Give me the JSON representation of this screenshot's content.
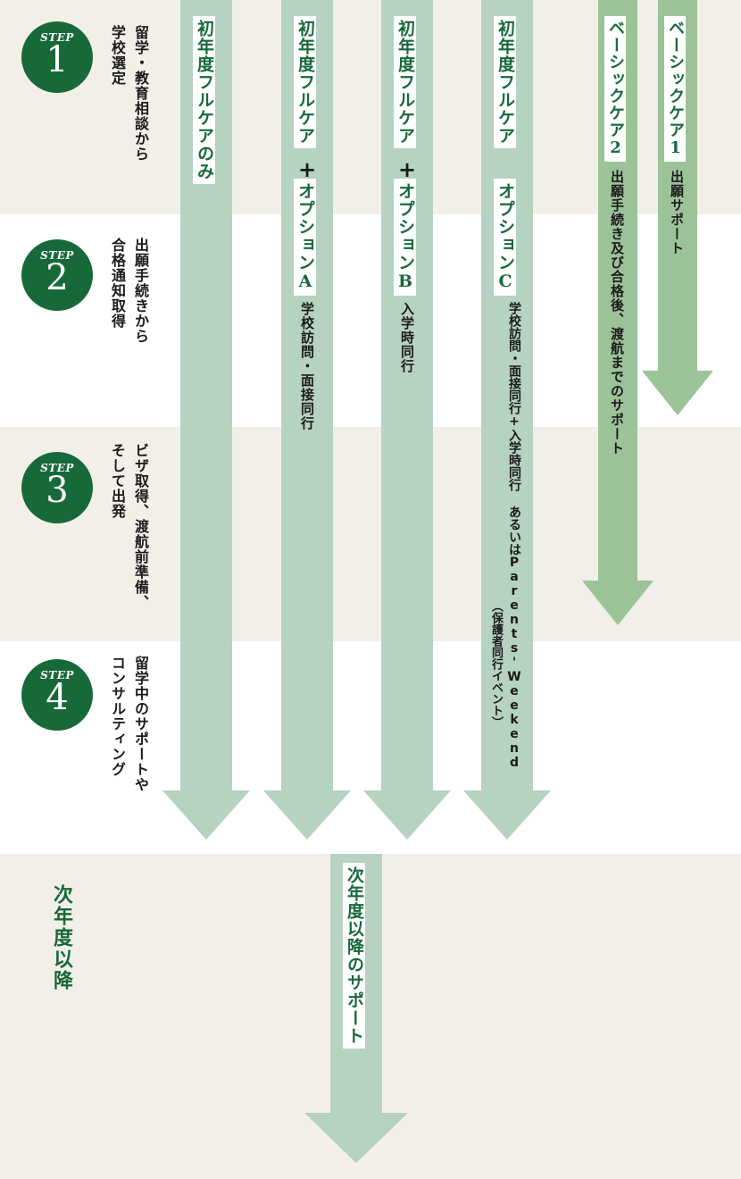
{
  "steps": [
    {
      "label": "STEP",
      "number": "1",
      "desc": "留学・教育相談から\n学校選定",
      "lines": [
        "留学・教育相談から",
        "学校選定"
      ]
    },
    {
      "label": "STEP",
      "number": "2",
      "desc": "出願手続きから\n合格通知取得",
      "lines": [
        "出願手続きから",
        "合格通知取得"
      ]
    },
    {
      "label": "STEP",
      "number": "3",
      "desc": "ビザ取得、渡航前準備、\nそして出発",
      "lines": [
        "ビザ取得、渡航前準備、",
        "そして出発"
      ]
    },
    {
      "label": "STEP",
      "number": "4",
      "desc": "留学中のサポートや\nコンサルティング",
      "lines": [
        "留学中のサポートや",
        "コンサルティング"
      ]
    }
  ],
  "plans": {
    "full_care_only": {
      "title": "初年度フルケアのみ"
    },
    "option_a": {
      "title": "初年度フルケア",
      "plus": "+",
      "option": "オプションA",
      "desc": "学校訪問・面接同行"
    },
    "option_b": {
      "title": "初年度フルケア",
      "plus": "+",
      "option": "オプションB",
      "desc": "入学時同行"
    },
    "option_c": {
      "title": "初年度フルケア",
      "option": "オプションC",
      "desc_line1": "学校訪問・面接同行+入学時同行 あるいはParents'Weekend",
      "desc_line2": "（保護者同行イベント）"
    },
    "basic_2": {
      "title": "ベーシックケア2",
      "desc": "出願手続き及び合格後、渡航までのサポート"
    },
    "basic_1": {
      "title": "ベーシックケア1",
      "desc": "出願サポート"
    }
  },
  "next_year": {
    "label": "次年度以降",
    "arrow_title": "次年度以降のサポート"
  },
  "colors": {
    "band_beige": "#f2efe9",
    "brand_green": "#17693a",
    "arrow_light": "#b6d2c0",
    "arrow_mid": "#9cc398"
  }
}
